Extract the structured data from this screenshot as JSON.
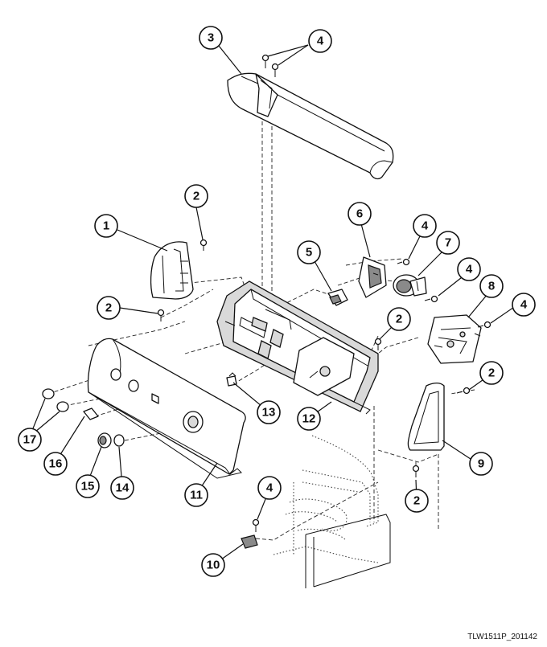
{
  "callouts": {
    "c1": "1",
    "c2a": "2",
    "c2b": "2",
    "c2c": "2",
    "c2d": "2",
    "c2e": "2",
    "c3": "3",
    "c4a": "4",
    "c4b": "4",
    "c4c": "4",
    "c4d": "4",
    "c4e": "4",
    "c5": "5",
    "c6": "6",
    "c7": "7",
    "c8": "8",
    "c9": "9",
    "c10": "10",
    "c11": "11",
    "c12": "12",
    "c13": "13",
    "c14": "14",
    "c15": "15",
    "c16": "16",
    "c17": "17"
  },
  "drawing_code": "TLW1511P_201142"
}
